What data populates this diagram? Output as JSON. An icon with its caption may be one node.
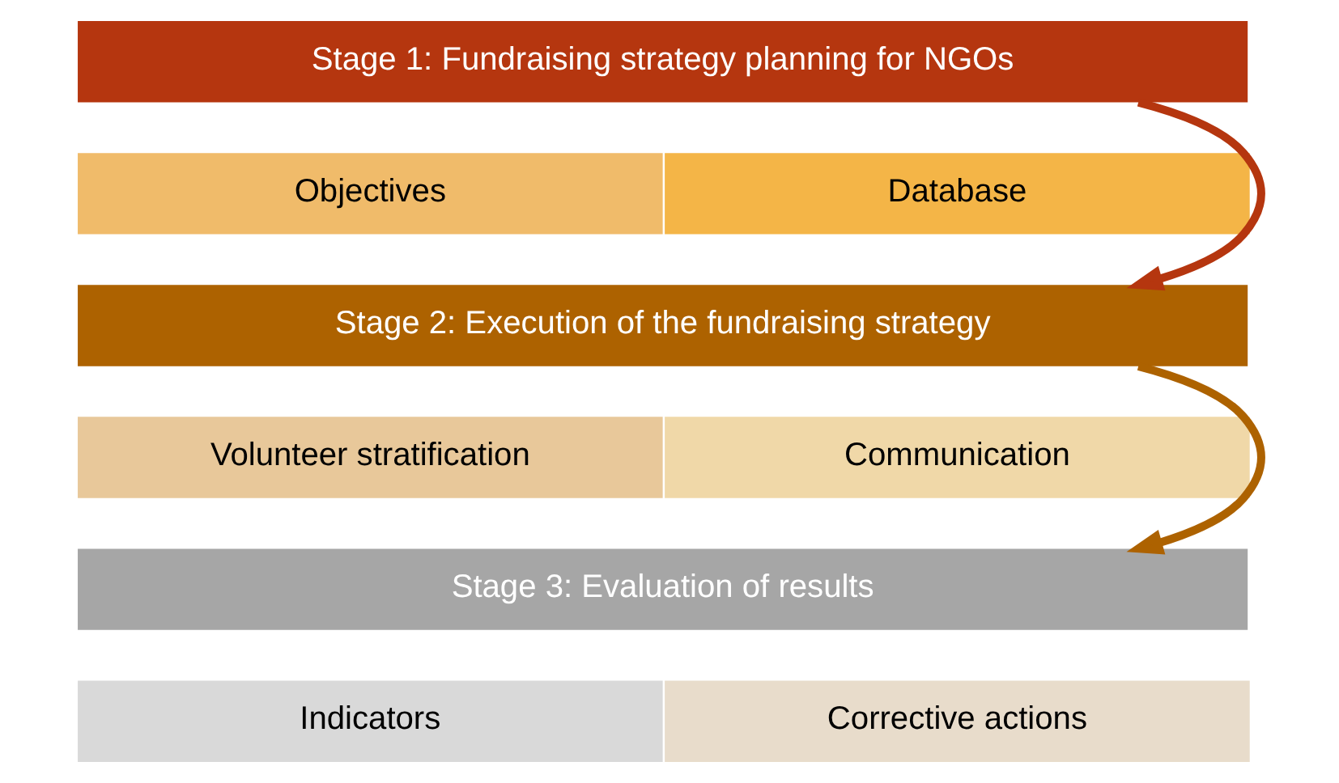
{
  "diagram": {
    "nodes": [
      {
        "text": [
          "Stage 1: Fundraising strategy planning for NGOs"
        ]
      },
      {
        "text": [
          "Objectives"
        ]
      },
      {
        "text": [
          "Database"
        ]
      },
      {
        "text": [
          "Stage 2: Execution of the fundraising strategy"
        ]
      },
      {
        "text": [
          "Volunteer stratification"
        ]
      },
      {
        "text": [
          "Communication"
        ]
      },
      {
        "text": [
          "Stage 3: Evaluation of results"
        ]
      },
      {
        "text": [
          "Indicators"
        ]
      },
      {
        "text": [
          "Corrective actions"
        ]
      }
    ],
    "edges": [
      {
        "from": 0,
        "to": 3,
        "arrow": "to",
        "color": "#b5360f"
      },
      {
        "from": 3,
        "to": 6,
        "arrow": "to",
        "color": "#ad6200"
      }
    ]
  }
}
